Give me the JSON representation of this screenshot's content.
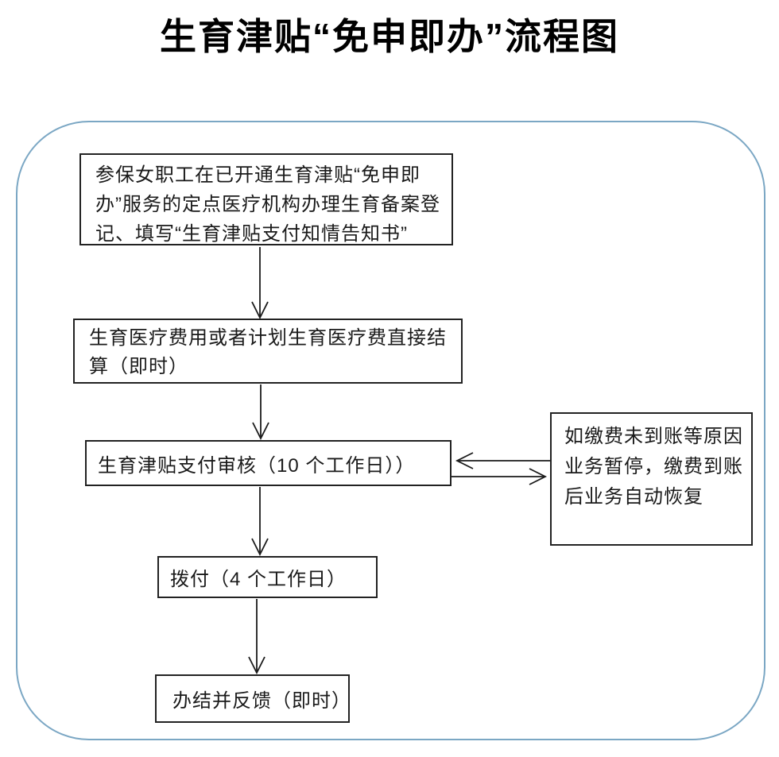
{
  "page": {
    "title": "生育津贴“免申即办”流程图"
  },
  "flowchart": {
    "nodes": {
      "step1": {
        "label": "参保女职工在已开通生育津贴“免申即办”服务的定点医疗机构办理生育备案登记、填写“生育津贴支付知情告知书”"
      },
      "step2": {
        "label": "生育医疗费用或者计划生育医疗费直接结算（即时）"
      },
      "step3": {
        "label": "生育津贴支付审核（10 个工作日））"
      },
      "side": {
        "label": "如缴费未到账等原因业务暂停，缴费到账后业务自动恢复"
      },
      "step4": {
        "label": "拨付（4 个工作日）"
      },
      "step5": {
        "label": "办结并反馈（即时）"
      }
    },
    "edges": [
      {
        "from": "step1",
        "to": "step2",
        "direction": "down"
      },
      {
        "from": "step2",
        "to": "step3",
        "direction": "down"
      },
      {
        "from": "step3",
        "to": "step4",
        "direction": "down"
      },
      {
        "from": "step4",
        "to": "step5",
        "direction": "down"
      },
      {
        "from": "side",
        "to": "step3",
        "direction": "left"
      },
      {
        "from": "step3",
        "to": "side",
        "direction": "right"
      }
    ]
  },
  "colors": {
    "container_border": "#7ba7c4",
    "node_border": "#222222",
    "arrow": "#1a1a1a",
    "title_text": "#000000",
    "background": "#ffffff"
  }
}
